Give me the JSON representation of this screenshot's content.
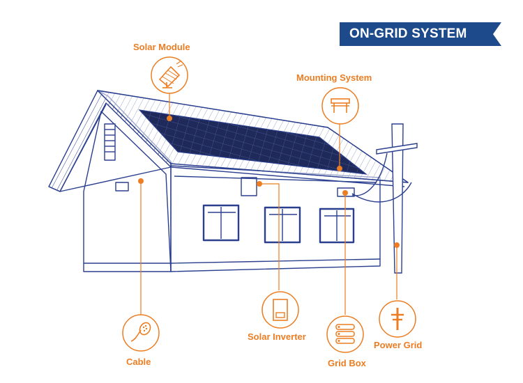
{
  "title": "ON-GRID SYSTEM",
  "colors": {
    "accent": "#ec7d22",
    "line": "#2b3f8f",
    "banner": "#1c4a8a",
    "panel": "#1f2a5a",
    "text_on_banner": "#ffffff"
  },
  "components": [
    {
      "id": "solar-module",
      "label": "Solar Module",
      "icon": "solar-panel-icon"
    },
    {
      "id": "mounting-system",
      "label": "Mounting System",
      "icon": "mounting-rail-icon"
    },
    {
      "id": "cable",
      "label": "Cable",
      "icon": "cable-coil-icon"
    },
    {
      "id": "solar-inverter",
      "label": "Solar Inverter",
      "icon": "inverter-icon"
    },
    {
      "id": "grid-box",
      "label": "Grid Box",
      "icon": "grid-box-icon"
    },
    {
      "id": "power-grid",
      "label": "Power Grid",
      "icon": "power-pole-icon"
    }
  ]
}
